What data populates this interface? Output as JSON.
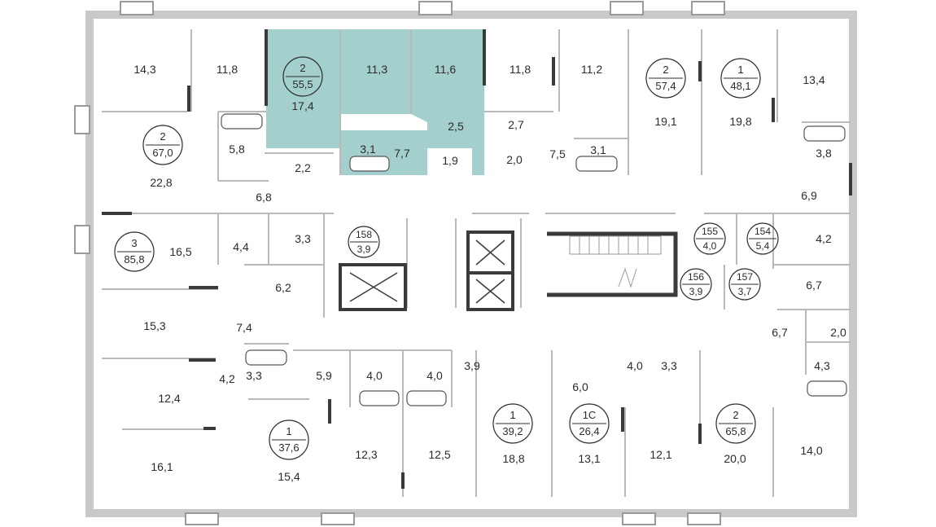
{
  "colors": {
    "highlight": "#a3cfcd",
    "wall": "#3a3a3a",
    "wall_light": "#b9b9b9",
    "text": "#2b2b2b"
  },
  "apartments": [
    {
      "id": "apt-a",
      "rooms": "2",
      "area": "55,5",
      "highlighted": true
    },
    {
      "id": "apt-b",
      "rooms": "2",
      "area": "57,4",
      "highlighted": false
    },
    {
      "id": "apt-c",
      "rooms": "1",
      "area": "48,1",
      "highlighted": false
    },
    {
      "id": "apt-d",
      "rooms": "2",
      "area": "67,0",
      "highlighted": false
    },
    {
      "id": "apt-e",
      "rooms": "3",
      "area": "85,8",
      "highlighted": false
    },
    {
      "id": "apt-f",
      "rooms": "1",
      "area": "37,6",
      "highlighted": false
    },
    {
      "id": "apt-g",
      "rooms": "1",
      "area": "39,2",
      "highlighted": false
    },
    {
      "id": "apt-h",
      "rooms": "1С",
      "area": "26,4",
      "highlighted": false
    },
    {
      "id": "apt-i",
      "rooms": "2",
      "area": "65,8",
      "highlighted": false
    }
  ],
  "utility_rooms": [
    {
      "number": "158",
      "area": "3,9"
    },
    {
      "number": "155",
      "area": "4,0"
    },
    {
      "number": "154",
      "area": "5,4"
    },
    {
      "number": "156",
      "area": "3,9"
    },
    {
      "number": "157",
      "area": "3,7"
    }
  ],
  "room_areas": [
    "14,3",
    "11,8",
    "17,4",
    "11,3",
    "11,6",
    "11,8",
    "11,2",
    "19,1",
    "19,8",
    "13,4",
    "22,8",
    "5,8",
    "2,2",
    "3,1",
    "7,7",
    "2,5",
    "1,9",
    "2,7",
    "2,0",
    "7,5",
    "3,1",
    "3,8",
    "6,8",
    "6,9",
    "16,5",
    "4,4",
    "3,3",
    "4,2",
    "6,2",
    "6,7",
    "15,3",
    "7,4",
    "6,7",
    "2,0",
    "4,2",
    "3,3",
    "5,9",
    "4,0",
    "4,0",
    "3,9",
    "6,0",
    "4,0",
    "3,3",
    "4,3",
    "12,4",
    "12,3",
    "12,5",
    "18,8",
    "13,1",
    "12,1",
    "20,0",
    "14,0",
    "16,1",
    "15,4"
  ]
}
